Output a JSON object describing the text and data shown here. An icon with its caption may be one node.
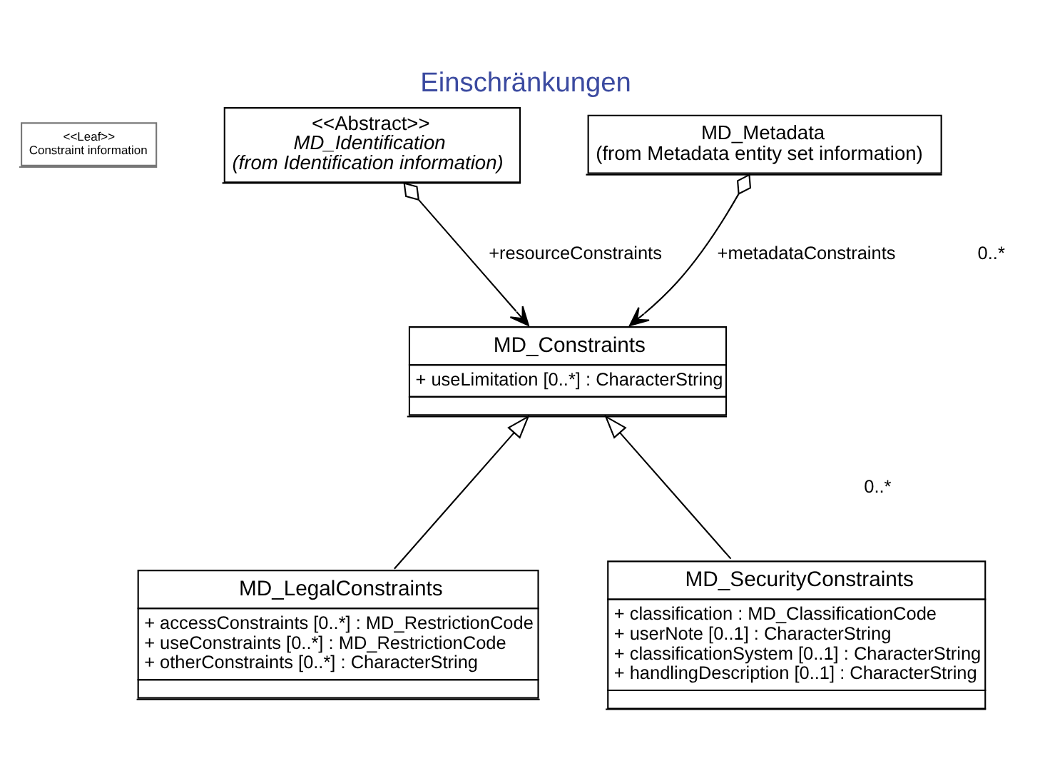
{
  "diagram": {
    "title": "Einschränkungen",
    "nodes": [
      {
        "text": [
          "<<Leaf>>",
          "Constraint information"
        ]
      },
      {
        "text": [
          "<<Abstract>>",
          "MD_Identification",
          "(from Identification information)"
        ]
      },
      {
        "text": [
          "MD_Metadata",
          "(from Metadata entity set information)"
        ]
      },
      {
        "text": [
          "MD_Constraints",
          "+ useLimitation [0..*] : CharacterString"
        ]
      },
      {
        "text": [
          "MD_LegalConstraints",
          "+ accessConstraints [0..*] : MD_RestrictionCode",
          "+ useConstraints [0..*] : MD_RestrictionCode",
          "+ otherConstraints [0..*] : CharacterString"
        ]
      },
      {
        "text": [
          "MD_SecurityConstraints",
          "+ classification : MD_ClassificationCode",
          "+ userNote [0..1] : CharacterString",
          "+ classificationSystem [0..1] : CharacterString",
          "+ handlingDescription [0..1] : CharacterString"
        ]
      }
    ],
    "edges": [
      {
        "from": 1,
        "to": 3,
        "arrow": "to",
        "label": "+resourceConstraints"
      },
      {
        "from": 2,
        "to": 3,
        "arrow": "to",
        "label": "+metadataConstraints"
      },
      {
        "from": 4,
        "to": 3,
        "arrow": "to"
      },
      {
        "from": 5,
        "to": 3,
        "arrow": "to"
      }
    ],
    "labels": [
      "0..*",
      "0..*"
    ]
  }
}
